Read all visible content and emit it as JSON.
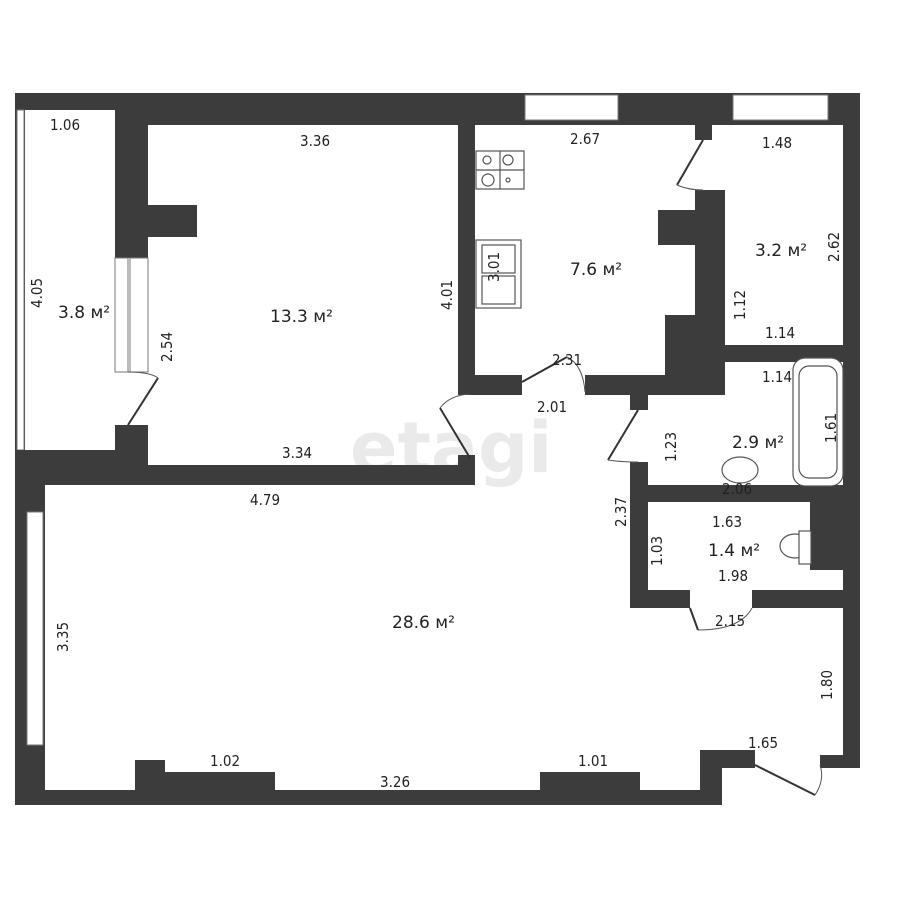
{
  "watermark": "etagi",
  "rooms": {
    "balcony": {
      "area": "3.8 м²",
      "dims": [
        "1.06",
        "4.05",
        "2.54"
      ]
    },
    "bedroom": {
      "area": "13.3 м²",
      "dims": [
        "3.36",
        "4.01",
        "3.34"
      ]
    },
    "kitchen": {
      "area": "7.6 м²",
      "dims": [
        "2.67",
        "3.01",
        "2.31"
      ]
    },
    "pantry": {
      "area": "3.2 м²",
      "dims": [
        "1.48",
        "2.62",
        "1.12",
        "1.14"
      ]
    },
    "bathroom": {
      "area": "2.9 м²",
      "dims": [
        "1.14",
        "1.61",
        "1.23",
        "2.06"
      ]
    },
    "toilet": {
      "area": "1.4 м²",
      "dims": [
        "1.63",
        "1.03",
        "1.98"
      ]
    },
    "living": {
      "area": "28.6 м²",
      "dims": [
        "4.79",
        "3.35",
        "1.02",
        "3.26",
        "1.01",
        "1.65",
        "1.80",
        "2.37",
        "2.01",
        "2.15"
      ]
    }
  }
}
